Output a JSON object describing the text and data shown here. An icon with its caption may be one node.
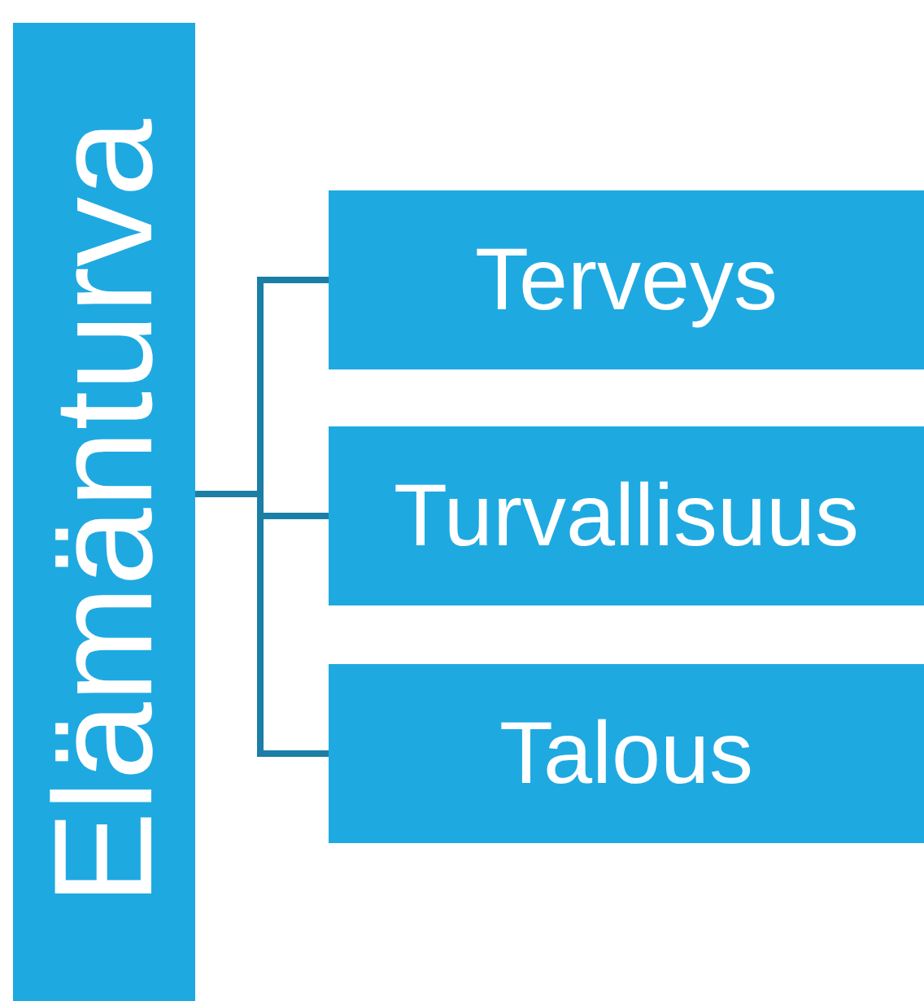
{
  "diagram": {
    "nodes": [
      {
        "text": [
          "Elämänturva"
        ]
      },
      {
        "text": [
          "Terveys"
        ]
      },
      {
        "text": [
          "Turvallisuus"
        ]
      },
      {
        "text": [
          "Talous"
        ]
      }
    ],
    "edges": [
      {
        "from": 0,
        "to": 1,
        "arrow": "none"
      },
      {
        "from": 0,
        "to": 2,
        "arrow": "none"
      },
      {
        "from": 0,
        "to": 3,
        "arrow": "none"
      }
    ]
  }
}
